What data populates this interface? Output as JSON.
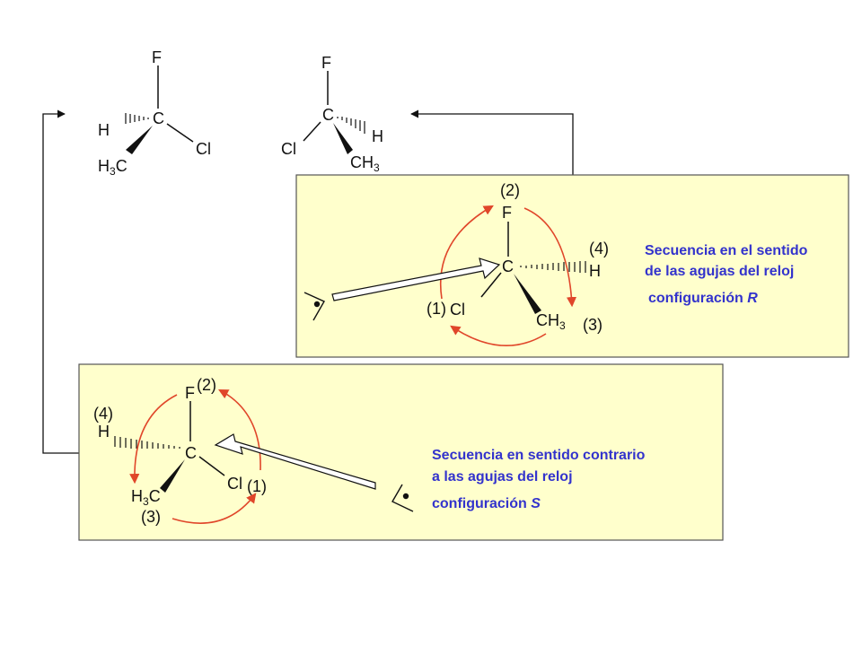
{
  "colors": {
    "panel_fill": "#ffffcc",
    "panel_border": "#555555",
    "bond": "#111111",
    "rotation_arrow": "#e0462a",
    "caption_text": "#3333cc",
    "connector": "#111111"
  },
  "top_left_molecule": {
    "atoms": {
      "top": "F",
      "center": "C",
      "left": "H",
      "right": "Cl",
      "bottom_left": {
        "main": "H",
        "sub": "3",
        "tail": "C"
      }
    }
  },
  "top_right_molecule": {
    "atoms": {
      "top": "F",
      "center": "C",
      "left": "Cl",
      "right": "H",
      "bottom_right": {
        "main": "CH",
        "sub": "3"
      }
    }
  },
  "panel_r": {
    "atoms": {
      "top": "F",
      "center": "C",
      "right": "H",
      "left": "Cl",
      "bottom_right": {
        "main": "CH",
        "sub": "3"
      }
    },
    "priorities": {
      "f": "(2)",
      "h": "(4)",
      "cl": "(1)",
      "ch3": "(3)"
    },
    "caption": {
      "line1": "Secuencia en el sentido",
      "line2": "de las agujas del reloj",
      "line3_prefix": "configuración ",
      "line3_letter": "R"
    },
    "icons": [
      "eye-icon",
      "view-arrow-icon"
    ]
  },
  "panel_s": {
    "atoms": {
      "top": "F",
      "center": "C",
      "left": "H",
      "right": "Cl",
      "bottom_left": {
        "main": "H",
        "sub": "3",
        "tail": "C"
      }
    },
    "priorities": {
      "f": "(2)",
      "h": "(4)",
      "cl": "(1)",
      "ch3": "(3)"
    },
    "caption": {
      "line1": "Secuencia en sentido contrario",
      "line2": "a las agujas del reloj",
      "line3_prefix": "configuración ",
      "line3_letter": "S"
    },
    "icons": [
      "eye-icon",
      "view-arrow-icon"
    ]
  }
}
